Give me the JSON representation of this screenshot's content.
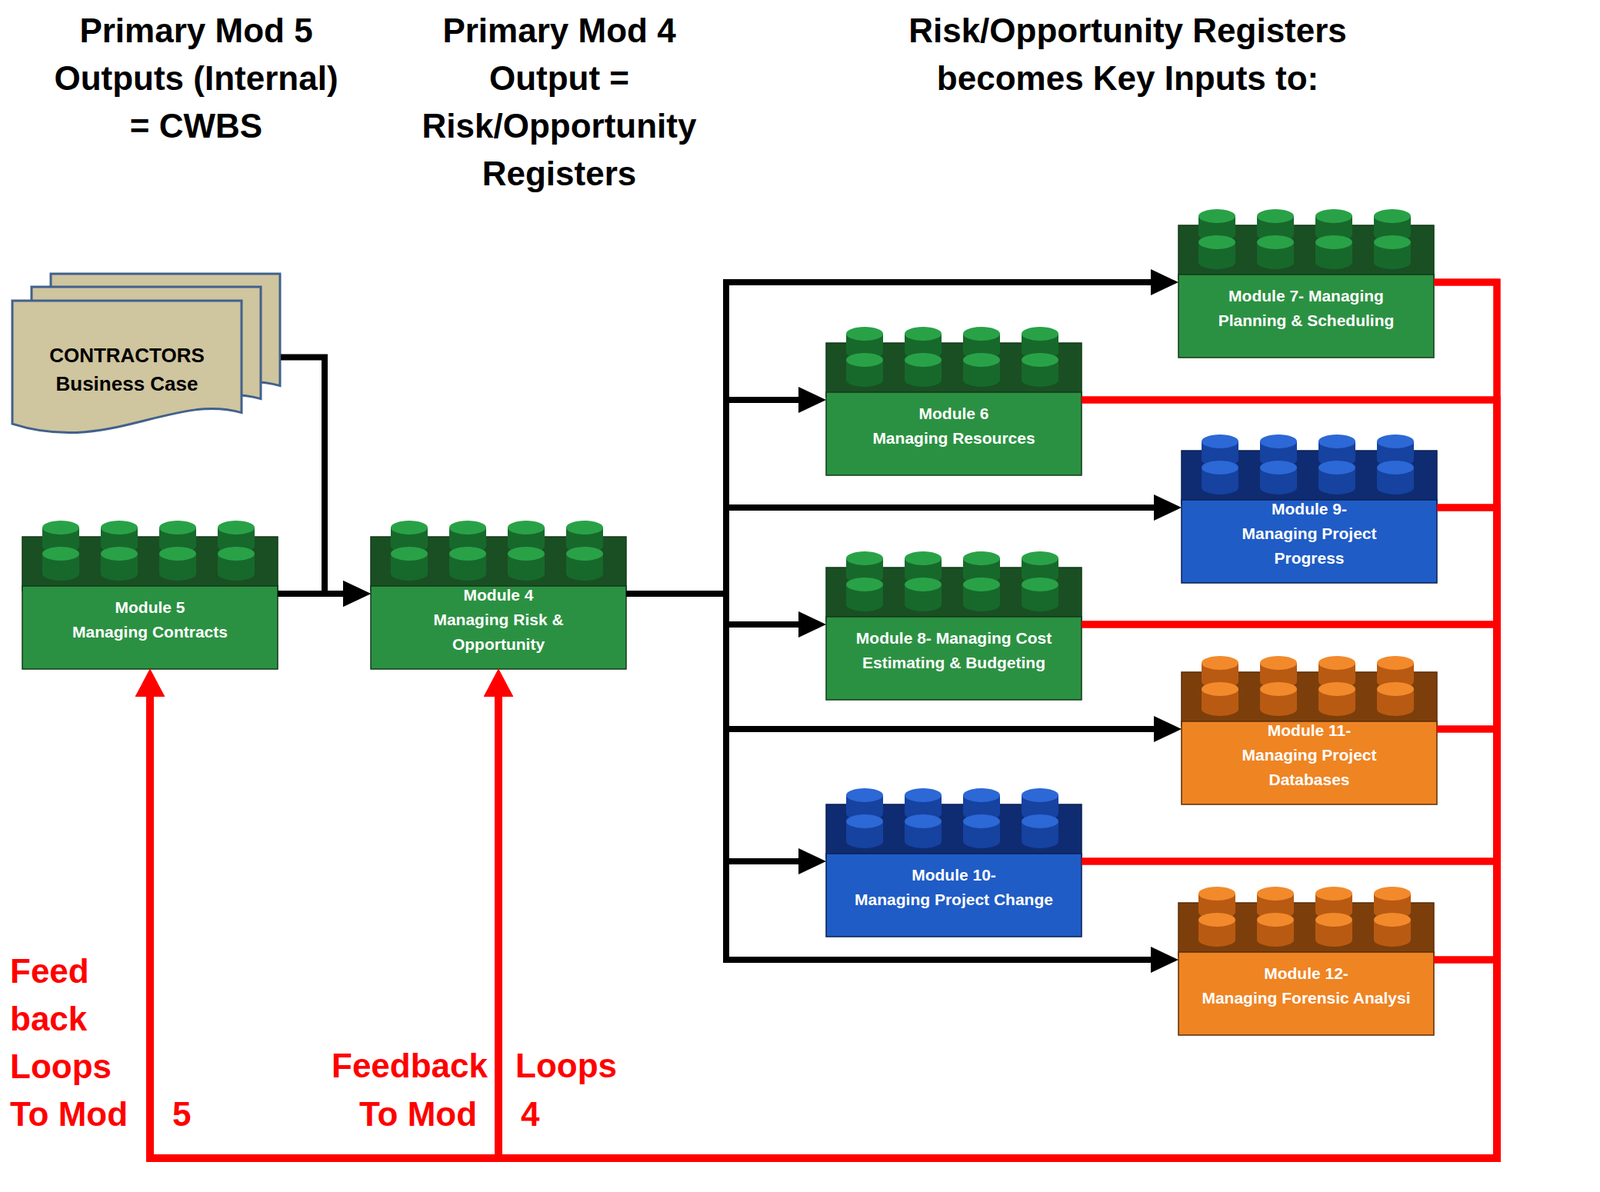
{
  "diagram": {
    "nodes": [
      {
        "text": [
          "CONTRACTORS Business Case"
        ]
      },
      {
        "text": [
          "Module 5 Managing Contracts"
        ]
      },
      {
        "text": [
          "Module 4 Managing Risk & Opportunity"
        ]
      },
      {
        "text": [
          "Module 7- Managing Planning & Scheduling"
        ]
      },
      {
        "text": [
          "Module 6 Managing Resources"
        ]
      },
      {
        "text": [
          "Module 9- Managing Project Progress"
        ]
      },
      {
        "text": [
          "Module 8- Managing Cost Estimating & Budgeting"
        ]
      },
      {
        "text": [
          "Module 11- Managing Project Databases"
        ]
      },
      {
        "text": [
          "Module 10- Managing Project Change"
        ]
      },
      {
        "text": [
          "Module 12- Managing Forensic Analysi"
        ]
      }
    ],
    "edges": [
      {
        "from": 0,
        "to": 2,
        "arrow": "to"
      },
      {
        "from": 1,
        "to": 2,
        "arrow": "to"
      },
      {
        "from": 2,
        "to": 3,
        "arrow": "to"
      },
      {
        "from": 2,
        "to": 4,
        "arrow": "to"
      },
      {
        "from": 2,
        "to": 5,
        "arrow": "to"
      },
      {
        "from": 2,
        "to": 6,
        "arrow": "to"
      },
      {
        "from": 2,
        "to": 7,
        "arrow": "to"
      },
      {
        "from": 2,
        "to": 8,
        "arrow": "to"
      },
      {
        "from": 2,
        "to": 9,
        "arrow": "to"
      },
      {
        "from": 3,
        "to": 1,
        "arrow": "to"
      },
      {
        "from": 3,
        "to": 2,
        "arrow": "to"
      },
      {
        "from": 4,
        "to": 1,
        "arrow": "to"
      },
      {
        "from": 4,
        "to": 2,
        "arrow": "to"
      },
      {
        "from": 5,
        "to": 1,
        "arrow": "to"
      },
      {
        "from": 5,
        "to": 2,
        "arrow": "to"
      },
      {
        "from": 6,
        "to": 1,
        "arrow": "to"
      },
      {
        "from": 6,
        "to": 2,
        "arrow": "to"
      },
      {
        "from": 7,
        "to": 1,
        "arrow": "to"
      },
      {
        "from": 7,
        "to": 2,
        "arrow": "to"
      },
      {
        "from": 8,
        "to": 1,
        "arrow": "to"
      },
      {
        "from": 8,
        "to": 2,
        "arrow": "to"
      },
      {
        "from": 9,
        "to": 1,
        "arrow": "to"
      },
      {
        "from": 9,
        "to": 2,
        "arrow": "to"
      }
    ],
    "labels": [
      "Primary Mod 5 Outputs (Internal) = CWBS",
      "Primary Mod 4 Output = Risk/Opportunity Registers",
      "Risk/Opportunity Registers becomes Key Inputs to:",
      "Feed back Loops To Mod",
      "5",
      "Feedback",
      "Loops",
      "To Mod",
      "4"
    ]
  }
}
